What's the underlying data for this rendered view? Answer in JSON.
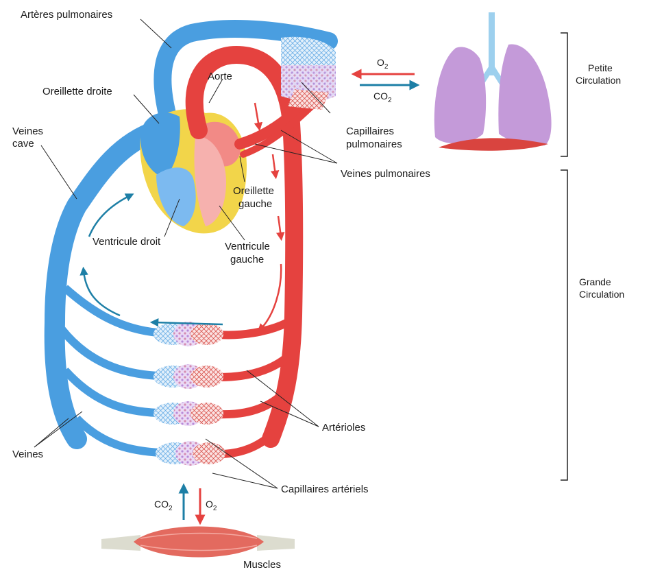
{
  "colors": {
    "vein": "#4a9ee0",
    "vein_dark": "#2f7fc4",
    "artery": "#e5423f",
    "artery_dark": "#c22a2a",
    "fat": "#f2d54a",
    "capillary": "#c9a7e6",
    "lung": "#c49ad9",
    "muscle": "#e36a5f",
    "flow_o2": "#e5423f",
    "flow_co2": "#1d7fa6"
  },
  "labels": {
    "arteres_pulmonaires": "Artères pulmonaires",
    "aorte": "Aorte",
    "oreillette_droite": "Oreillette droite",
    "veines_cave_1": "Veines",
    "veines_cave_2": "cave",
    "capillaires_pulm_1": "Capillaires",
    "capillaires_pulm_2": "pulmonaires",
    "veines_pulmonaires": "Veines pulmonaires",
    "oreillette_gauche_1": "Oreillette",
    "oreillette_gauche_2": "gauche",
    "ventricule_droit": "Ventricule droit",
    "ventricule_gauche_1": "Ventricule",
    "ventricule_gauche_2": "gauche",
    "arterioles": "Artérioles",
    "veines": "Veines",
    "capillaires_arteriels": "Capillaires artériels",
    "muscles": "Muscles",
    "petite_circ_1": "Petite",
    "petite_circ_2": "Circulation",
    "grande_circ_1": "Grande",
    "grande_circ_2": "Circulation"
  },
  "gas": {
    "lung_o2": "O",
    "lung_o2_sub": "2",
    "lung_co2": "CO",
    "lung_co2_sub": "2",
    "muscle_co2": "CO",
    "muscle_co2_sub": "2",
    "muscle_o2": "O",
    "muscle_o2_sub": "2"
  }
}
